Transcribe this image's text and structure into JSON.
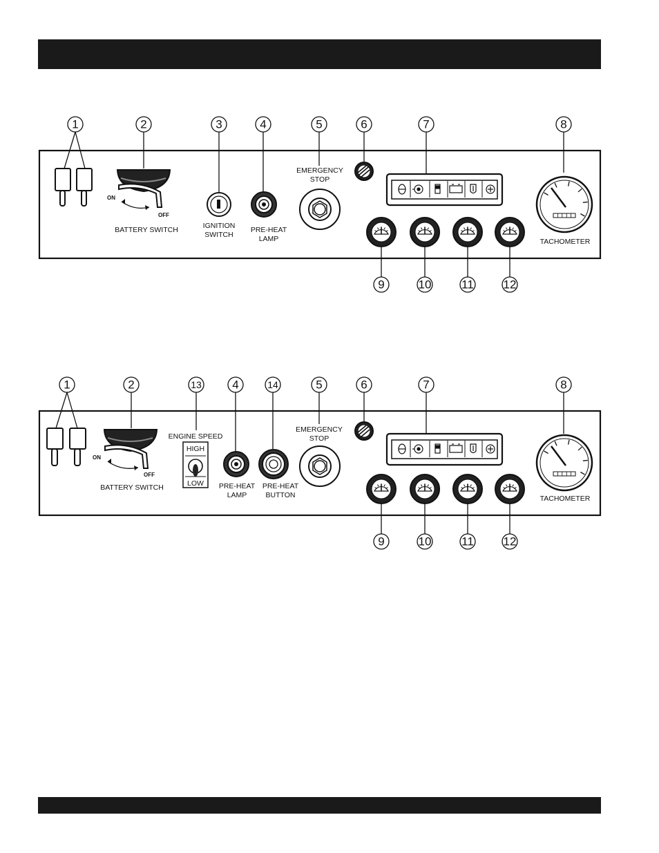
{
  "panel_a": {
    "callouts": [
      "1",
      "2",
      "3",
      "4",
      "5",
      "6",
      "7",
      "8",
      "9",
      "10",
      "11",
      "12"
    ],
    "battery_on": "ON",
    "battery_off": "OFF",
    "battery_label": "BATTERY SWITCH",
    "ignition_line1": "IGNITION",
    "ignition_line2": "SWITCH",
    "preheat_lamp_line1": "PRE-HEAT",
    "preheat_lamp_line2": "LAMP",
    "estop_line1": "EMERGENCY",
    "estop_line2": "STOP",
    "tachometer_label": "TACHOMETER"
  },
  "panel_b": {
    "callouts": [
      "1",
      "2",
      "13",
      "4",
      "14",
      "5",
      "6",
      "7",
      "8",
      "9",
      "10",
      "11",
      "12"
    ],
    "battery_on": "ON",
    "battery_off": "OFF",
    "battery_label": "BATTERY SWITCH",
    "engine_speed_label": "ENGINE SPEED",
    "speed_high": "HIGH",
    "speed_low": "LOW",
    "preheat_lamp_line1": "PRE-HEAT",
    "preheat_lamp_line2": "LAMP",
    "preheat_button_line1": "PRE-HEAT",
    "preheat_button_line2": "BUTTON",
    "estop_line1": "EMERGENCY",
    "estop_line2": "STOP",
    "tachometer_label": "TACHOMETER"
  },
  "indicator_icons": [
    "oil-pressure-icon",
    "coolant-temp-icon",
    "fuel-icon",
    "battery-charge-icon",
    "water-temp-icon",
    "air-filter-icon"
  ]
}
